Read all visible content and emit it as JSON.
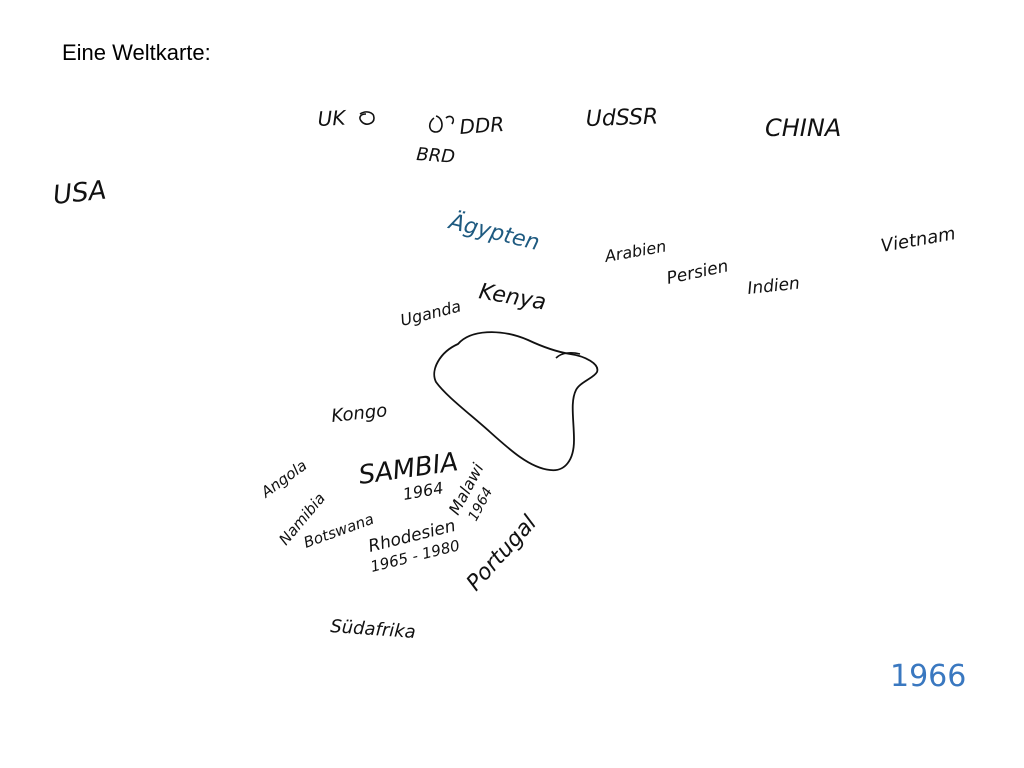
{
  "slide": {
    "title": "Eine Weltkarte:",
    "year": "1966",
    "colors": {
      "ink": "#111111",
      "teal_ink": "#1e5a80",
      "year_ink": "#3a78c0"
    }
  },
  "labels": {
    "uk": "UK",
    "ddr": "DDR",
    "brd": "BRD",
    "udssr": "UdSSR",
    "china": "CHINA",
    "usa": "USA",
    "aegypten": "Ägypten",
    "arabien": "Arabien",
    "persien": "Persien",
    "indien": "Indien",
    "vietnam": "Vietnam",
    "uganda": "Uganda",
    "kenya": "Kenya",
    "kongo": "Kongo",
    "angola": "Angola",
    "namibia": "Namibia",
    "botswana": "Botswana",
    "sambia": "SAMBIA",
    "sambia_year": "1964",
    "malawi": "Malawi",
    "malawi_year": "1964",
    "rhodesien": "Rhodesien",
    "rhodesien_years": "1965 - 1980",
    "portugal": "Portugal",
    "suedafrika": "Südafrika"
  }
}
